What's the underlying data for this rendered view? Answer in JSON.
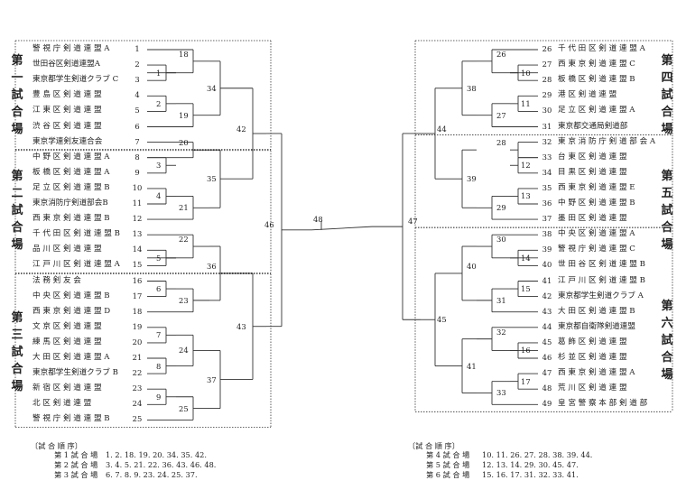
{
  "left_teams": [
    {
      "seed": "1",
      "name": "警 視 庁 剣 道 連 盟 A"
    },
    {
      "seed": "2",
      "name": "世田谷区剣道連盟A"
    },
    {
      "seed": "3",
      "name": "東京都学生剣道クラブ C"
    },
    {
      "seed": "4",
      "name": "豊 島 区 剣 道 連 盟"
    },
    {
      "seed": "5",
      "name": "江 東 区 剣 道 連 盟"
    },
    {
      "seed": "6",
      "name": "渋 谷 区 剣 道 連 盟"
    },
    {
      "seed": "7",
      "name": "東京学連剣友連合会"
    },
    {
      "seed": "8",
      "name": "中 野 区 剣 道 連 盟 A"
    },
    {
      "seed": "9",
      "name": "板 橋 区 剣 道 連 盟 A"
    },
    {
      "seed": "10",
      "name": "足 立 区 剣 道 連 盟 B"
    },
    {
      "seed": "11",
      "name": "東京消防庁剣道部会B"
    },
    {
      "seed": "12",
      "name": "西 東 京 剣 道 連 盟 B"
    },
    {
      "seed": "13",
      "name": "千 代 田 区 剣 道 連 盟 B"
    },
    {
      "seed": "14",
      "name": "品 川 区 剣 道 連 盟"
    },
    {
      "seed": "15",
      "name": "江 戸 川 区 剣 道 連 盟 A"
    },
    {
      "seed": "16",
      "name": "法 務 剣 友 会"
    },
    {
      "seed": "17",
      "name": "中 央 区 剣 道 連 盟 B"
    },
    {
      "seed": "18",
      "name": "西 東 京 剣 道 連 盟 D"
    },
    {
      "seed": "19",
      "name": "文 京 区 剣 道 連 盟"
    },
    {
      "seed": "20",
      "name": "練 馬 区 剣 道 連 盟"
    },
    {
      "seed": "21",
      "name": "大 田 区 剣 道 連 盟 A"
    },
    {
      "seed": "22",
      "name": "東京都学生剣道クラブ B"
    },
    {
      "seed": "23",
      "name": "新 宿 区 剣 道 連 盟"
    },
    {
      "seed": "24",
      "name": "北 区 剣 道 連 盟"
    },
    {
      "seed": "25",
      "name": "警 視 庁 剣 道 連 盟 B"
    }
  ],
  "right_teams": [
    {
      "seed": "26",
      "name": "千 代 田 区 剣 道 連 盟 A"
    },
    {
      "seed": "27",
      "name": "西 東 京 剣 道 連 盟 C"
    },
    {
      "seed": "28",
      "name": "板 橋 区 剣 道 連 盟 B"
    },
    {
      "seed": "29",
      "name": "港 区 剣 道 連 盟"
    },
    {
      "seed": "30",
      "name": "足 立 区 剣 道 連 盟 A"
    },
    {
      "seed": "31",
      "name": "東京都交通局剣道部"
    },
    {
      "seed": "32",
      "name": "東 京 消 防 庁 剣 道 部 会 A"
    },
    {
      "seed": "33",
      "name": "台 東 区 剣 道 連 盟"
    },
    {
      "seed": "34",
      "name": "目 黒 区 剣 道 連 盟"
    },
    {
      "seed": "35",
      "name": "西 東 京 剣 道 連 盟 E"
    },
    {
      "seed": "36",
      "name": "中 野 区 剣 道 連 盟 B"
    },
    {
      "seed": "37",
      "name": "墨 田 区 剣 道 連 盟"
    },
    {
      "seed": "38",
      "name": "中 央 区 剣 道 連 盟 A"
    },
    {
      "seed": "39",
      "name": "警 視 庁 剣 道 連 盟 C"
    },
    {
      "seed": "40",
      "name": "世 田 谷 区 剣 道 連 盟 B"
    },
    {
      "seed": "41",
      "name": "江 戸 川 区 剣 道 連 盟 B"
    },
    {
      "seed": "42",
      "name": "東京都学生剣道クラブ A"
    },
    {
      "seed": "43",
      "name": "大 田 区 剣 道 連 盟 B"
    },
    {
      "seed": "44",
      "name": "東京都自衛隊剣道連盟"
    },
    {
      "seed": "45",
      "name": "葛 飾 区 剣 道 連 盟"
    },
    {
      "seed": "46",
      "name": "杉 並 区 剣 道 連 盟"
    },
    {
      "seed": "47",
      "name": "西 東 京 剣 道 連 盟 A"
    },
    {
      "seed": "48",
      "name": "荒 川 区 剣 道 連 盟"
    },
    {
      "seed": "49",
      "name": "皇 宮 警 察 本 部 剣 道 部"
    }
  ],
  "venues": {
    "v1": [
      "第",
      "一",
      "試",
      "合",
      "場"
    ],
    "v2": [
      "第",
      "二",
      "試",
      "合",
      "場"
    ],
    "v3": [
      "第",
      "三",
      "試",
      "合",
      "場"
    ],
    "v4": [
      "第",
      "四",
      "試",
      "合",
      "場"
    ],
    "v5": [
      "第",
      "五",
      "試",
      "合",
      "場"
    ],
    "v6": [
      "第",
      "六",
      "試",
      "合",
      "場"
    ]
  },
  "match_numbers": [
    "1",
    "2",
    "3",
    "4",
    "5",
    "6",
    "7",
    "8",
    "9",
    "10",
    "11",
    "12",
    "13",
    "14",
    "15",
    "16",
    "17",
    "18",
    "19",
    "20",
    "21",
    "22",
    "23",
    "24",
    "25",
    "26",
    "27",
    "28",
    "29",
    "30",
    "31",
    "32",
    "33",
    "34",
    "35",
    "36",
    "37",
    "38",
    "39",
    "40",
    "41",
    "42",
    "43",
    "44",
    "45",
    "46",
    "47",
    "48"
  ],
  "order_left": {
    "title": "〔試 合 順 序〕",
    "rows": [
      {
        "venue": "第 1 試 合 場",
        "seq": "1.  2.  18.  19.  20.  34.  35.  42."
      },
      {
        "venue": "第 2 試 合 場",
        "seq": "3.  4.  5.  21.  22.  36.  43.  46.  48."
      },
      {
        "venue": "第 3 試 合 場",
        "seq": "6.  7.  8.  9.  23.  24.  25.  37."
      }
    ]
  },
  "order_right": {
    "title": "〔試 合 順 序〕",
    "rows": [
      {
        "venue": "第 4 試 合 場",
        "seq": "10.  11.  26.  27.  28.  38.  39.  44."
      },
      {
        "venue": "第 5 試 合 場",
        "seq": "12.  13.  14.  29.  30.  45.  47."
      },
      {
        "venue": "第 6 試 合 場",
        "seq": "15.  16.  17.  31.  32.  33.  41."
      }
    ]
  }
}
